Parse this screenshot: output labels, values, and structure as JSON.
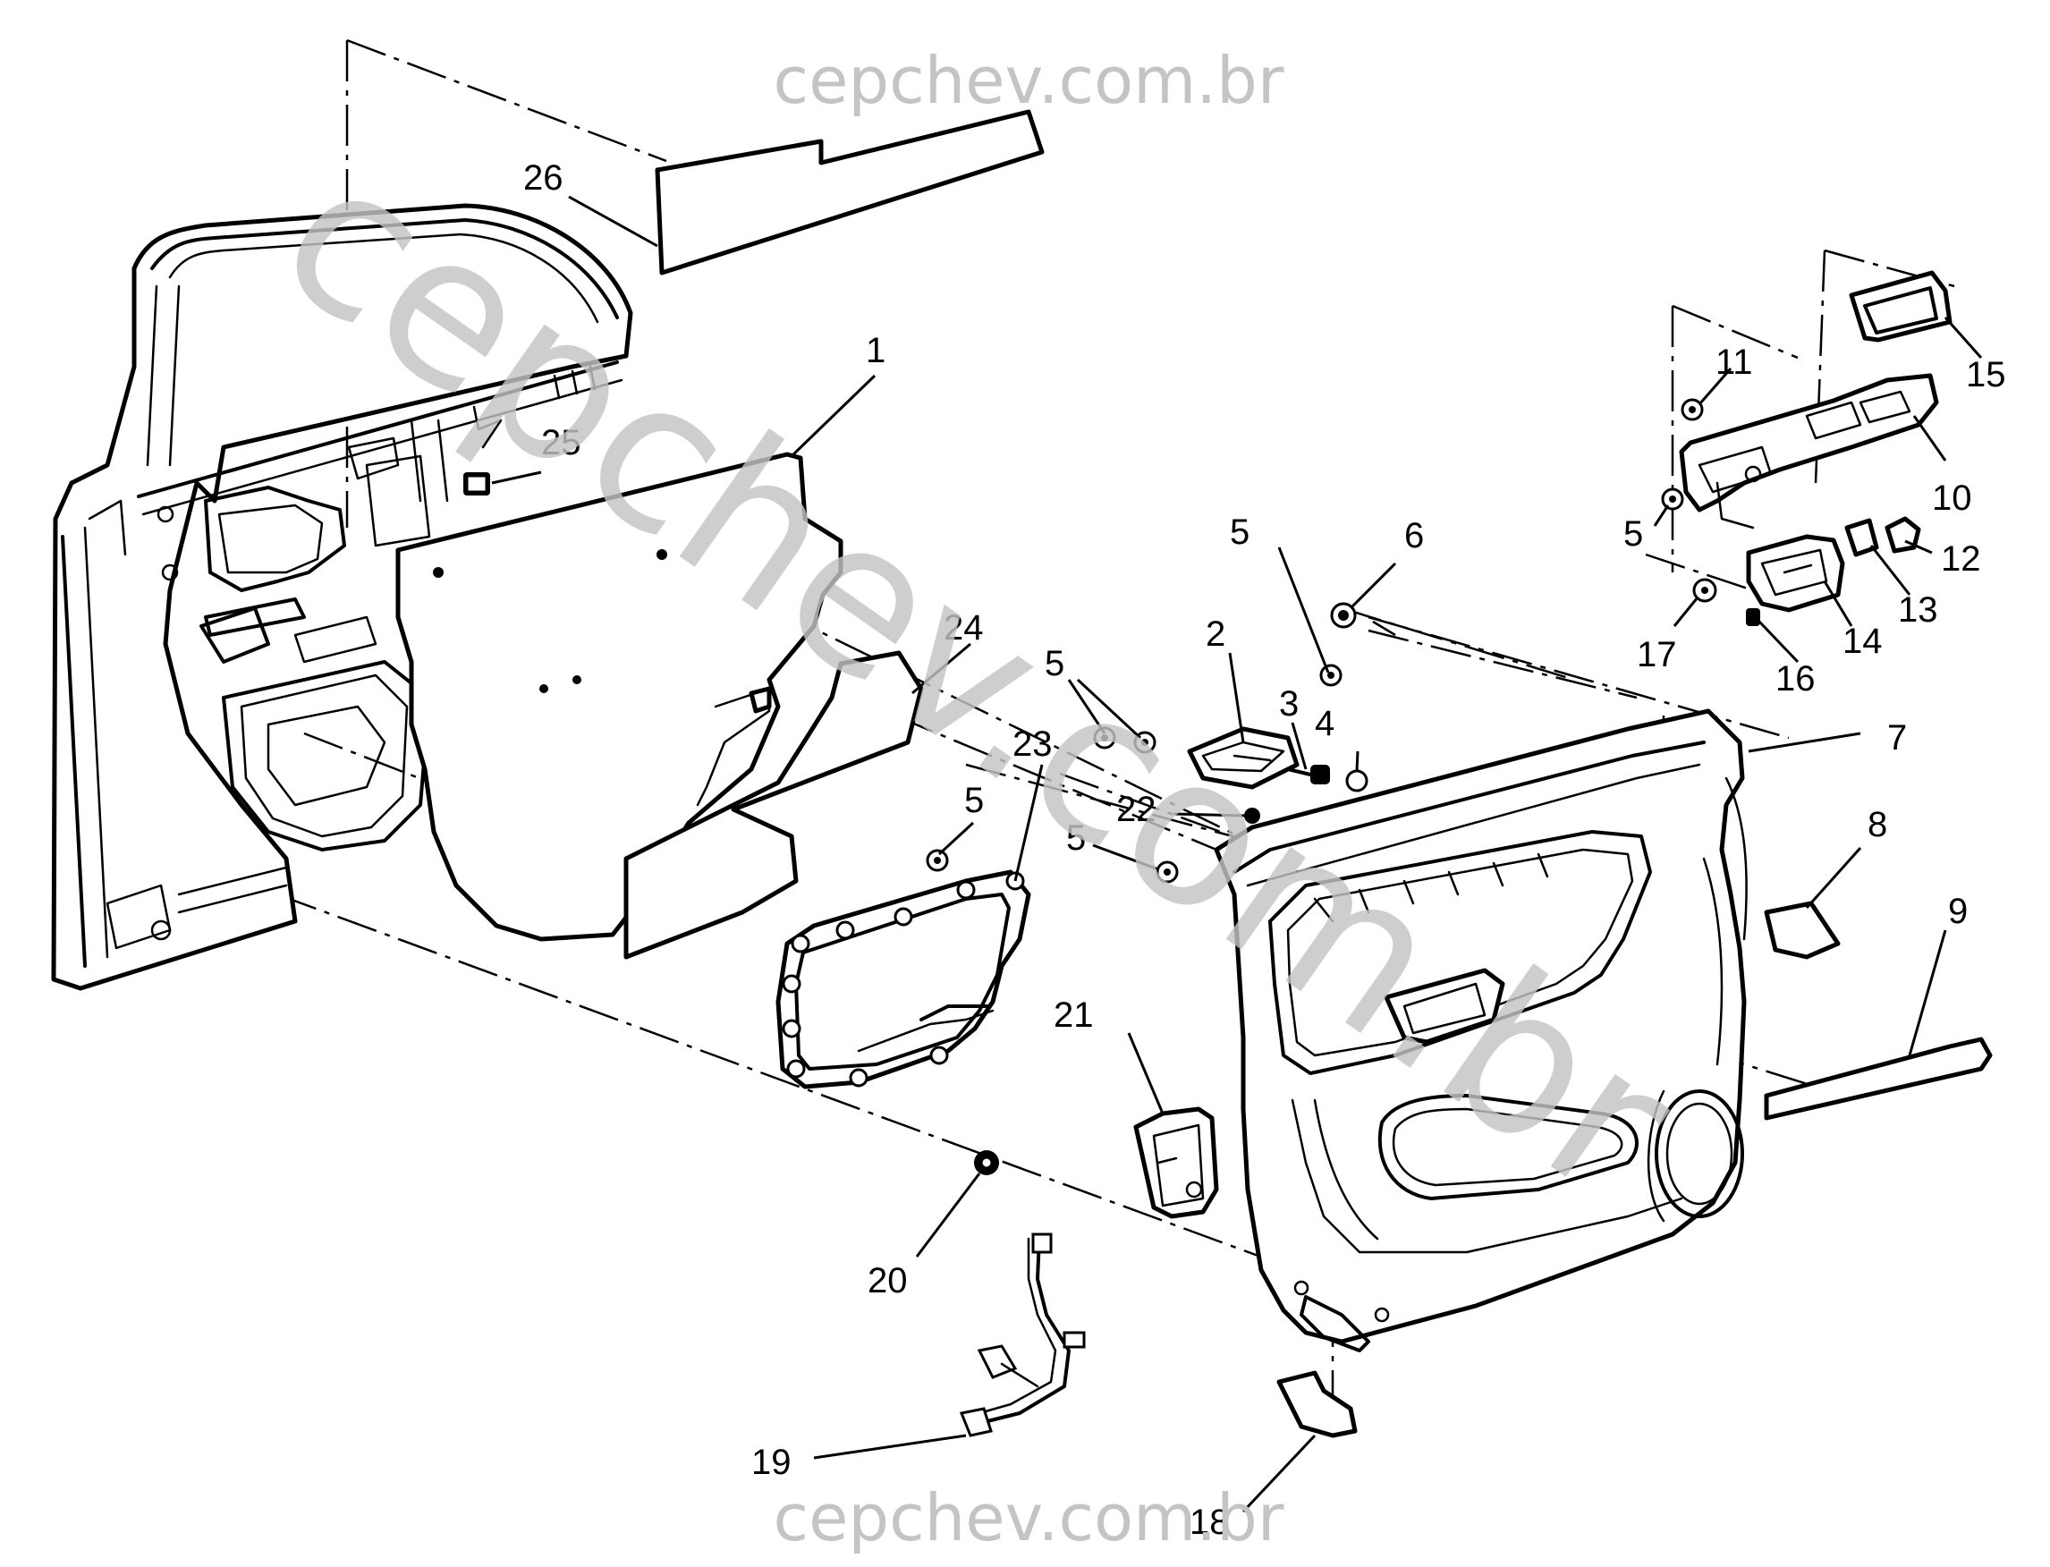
{
  "watermarks": {
    "top": "cepchev.com.br",
    "bottom": "cepchev.com.br",
    "diagonal": "cepchev.com.br"
  },
  "callouts": {
    "c1": "1",
    "c2": "2",
    "c3": "3",
    "c4": "4",
    "c5a": "5",
    "c5b": "5",
    "c5c": "5",
    "c5d": "5",
    "c5e": "5",
    "c6": "6",
    "c7": "7",
    "c8": "8",
    "c9": "9",
    "c10": "10",
    "c11": "11",
    "c12": "12",
    "c13": "13",
    "c14": "14",
    "c15": "15",
    "c16": "16",
    "c17": "17",
    "c18": "18",
    "c19": "19",
    "c20": "20",
    "c21": "21",
    "c22": "22",
    "c23": "23",
    "c24": "24",
    "c25": "25",
    "c26": "26"
  }
}
